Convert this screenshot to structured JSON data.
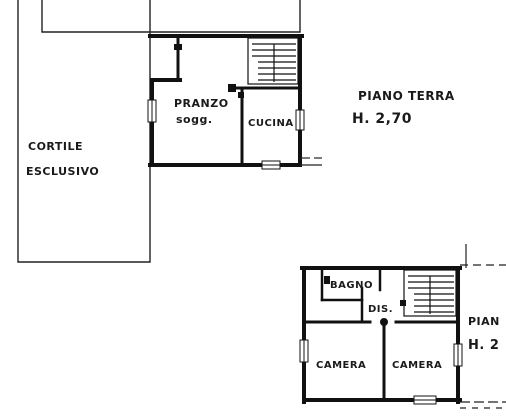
{
  "ground_floor": {
    "level_label": "PIANO TERRA",
    "height_label": "H. 2,70",
    "rooms": {
      "living_line1": "PRANZO",
      "living_line2": "sogg.",
      "kitchen": "CUCINA"
    },
    "courtyard_line1": "CORTILE",
    "courtyard_line2": "ESCLUSIVO"
  },
  "first_floor": {
    "level_label": "PIAN",
    "height_label": "H. 2",
    "rooms": {
      "bathroom": "BAGNO",
      "landing": "DIS.",
      "bedroom_left": "CAMERA",
      "bedroom_right": "CAMERA"
    }
  }
}
